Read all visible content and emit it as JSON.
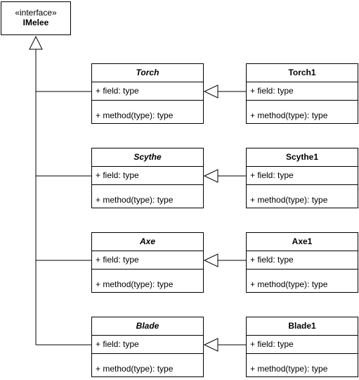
{
  "interface": {
    "stereotype": "«interface»",
    "name": "IMelee"
  },
  "abstract_classes": [
    {
      "name": "Torch",
      "field": "+ field: type",
      "method": "+ method(type): type"
    },
    {
      "name": "Scythe",
      "field": "+ field: type",
      "method": "+ method(type): type"
    },
    {
      "name": "Axe",
      "field": "+ field: type",
      "method": "+ method(type): type"
    },
    {
      "name": "Blade",
      "field": "+ field: type",
      "method": "+ method(type): type"
    }
  ],
  "concrete_classes": [
    {
      "name": "Torch1",
      "field": "+ field: type",
      "method": "+ method(type): type"
    },
    {
      "name": "Scythe1",
      "field": "+ field: type",
      "method": "+ method(type): type"
    },
    {
      "name": "Axe1",
      "field": "+ field: type",
      "method": "+ method(type): type"
    },
    {
      "name": "Blade1",
      "field": "+ field: type",
      "method": "+ method(type): type"
    }
  ]
}
